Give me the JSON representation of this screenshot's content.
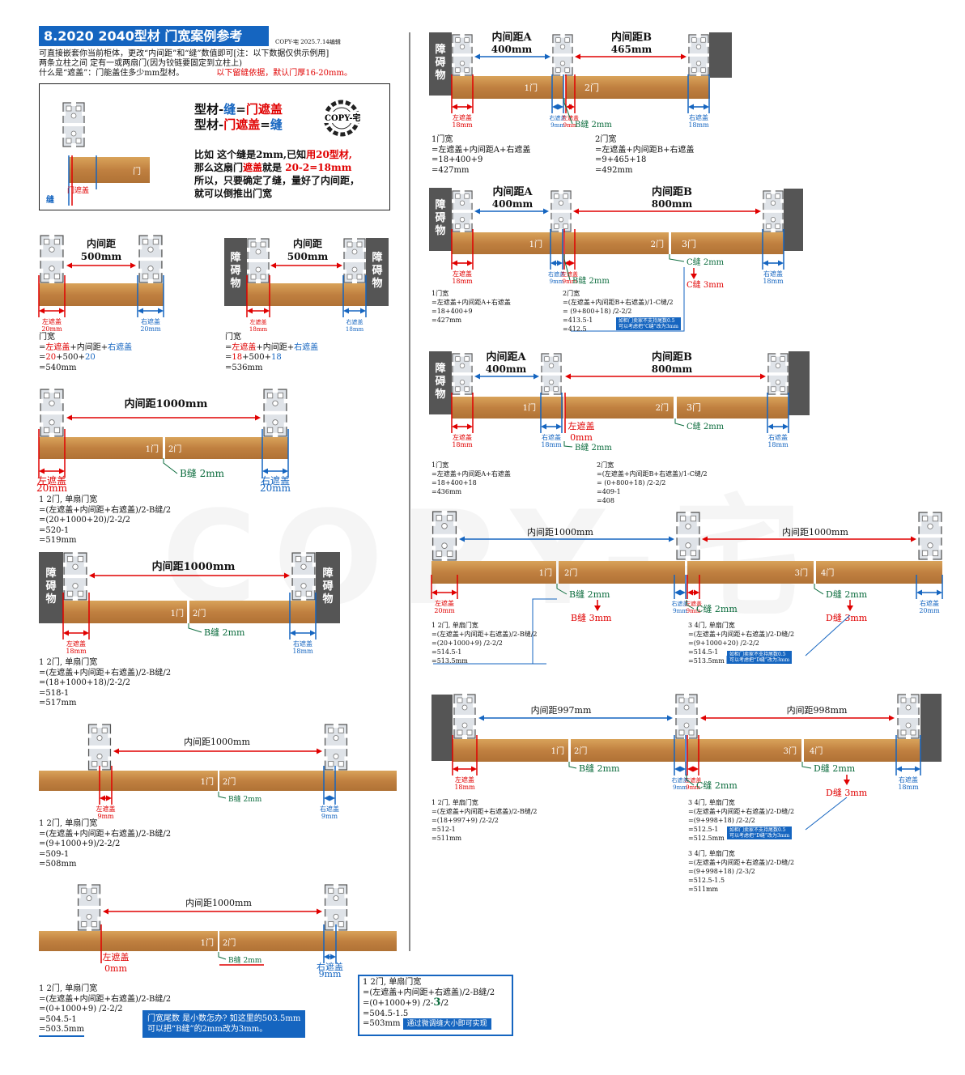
{
  "title": "8.2020 2040型材 门宽案例参考",
  "edit_note": "COPY-宅 2025.7.14编辑",
  "intro": [
    "可直接嵌套你当前柜体，更改“内间距”和“缝”数值即可[注：以下数据仅供示例用]",
    "两条立柱之间 定有一或两扇门(因为铰链要固定到立柱上)",
    "什么是“遮盖”：门能盖住多少mm型材。"
  ],
  "intro_red": "以下留缝依据，默认门厚16-20mm。",
  "concept": {
    "line1_a": "型材-",
    "line1_b": "缝",
    "line1_c": "=",
    "line1_d": "门遮盖",
    "line2_a": "型材-",
    "line2_b": "门遮盖",
    "line2_c": "=",
    "line2_d": "缝",
    "logo": "COPY-宅",
    "text1_a": "比如 这个缝是2mm,已知",
    "text1_b": "用20型材,",
    "text2_a": "那么这扇门",
    "text2_b": "遮盖",
    "text2_c": "就是 ",
    "text2_d": "20-2=18mm",
    "text3": "所以，只要确定了缝，量好了内间距，",
    "text4": "就可以倒推出门宽",
    "door": "门",
    "cover": "门遮盖",
    "gap": "缝"
  },
  "labels": {
    "obstacle": [
      "障",
      "碍",
      "物"
    ],
    "door1": "1门",
    "door2": "2门",
    "door3": "3门",
    "door4": "4门",
    "left_cover": "左遮盖",
    "right_cover": "右遮盖"
  },
  "cases": {
    "a": {
      "dist": "内间距",
      "dist2": "500mm",
      "lc": "20mm",
      "rc": "20mm",
      "f": [
        "门宽",
        "=",
        "左遮盖",
        "+内间距+",
        "右遮盖",
        "=",
        "20",
        "+500+",
        "20",
        "=540mm"
      ]
    },
    "b": {
      "dist": "内间距",
      "dist2": "500mm",
      "lc": "18mm",
      "rc": "18mm",
      "f": [
        "门宽",
        "=",
        "左遮盖",
        "+内间距+",
        "右遮盖",
        "=",
        "18",
        "+500+",
        "18",
        "=536mm"
      ]
    },
    "c": {
      "dist": "内间距1000mm",
      "lc": "20mm",
      "rc": "20mm",
      "gap": "B缝 2mm",
      "f0": "1 2门, 单扇门宽",
      "f1": "=(左遮盖+内间距+右遮盖)/2-B缝/2",
      "f2": "=(20+1000+20)/2-2/2",
      "f3": "=520-1",
      "f4": "=519mm"
    },
    "d": {
      "dist": "内间距1000mm",
      "lc": "18mm",
      "rc": "18mm",
      "gap": "B缝 2mm",
      "f0": "1 2门, 单扇门宽",
      "f1": "=(左遮盖+内间距+右遮盖)/2-B缝/2",
      "f2": "=(18+1000+18)/2-2/2",
      "f3": "=518-1",
      "f4": "=517mm"
    },
    "e": {
      "dist": "内间距1000mm",
      "lc": "9mm",
      "rc": "9mm",
      "gap": "B缝 2mm",
      "f0": "1 2门, 单扇门宽",
      "f1": "=(左遮盖+内间距+右遮盖)/2-B缝/2",
      "f2": "=(9+1000+9)/2-2/2",
      "f3": "=509-1",
      "f4": "=508mm"
    },
    "f": {
      "dist": "内间距1000mm",
      "lc": "0mm",
      "rc": "9mm",
      "gap": "B缝 2mm",
      "f0": "1 2门, 单扇门宽",
      "f1": "=(左遮盖+内间距+右遮盖)/2-B缝/2",
      "f2": "=(0+1000+9) /2-2/2",
      "f3": "=504.5-1",
      "f4": "=503.5mm",
      "note1": "门宽尾数 是小数怎办? 如这里的503.5mm",
      "note2": "可以把“B缝”的2mm改为3mm。",
      "g0": "1 2门, 单扇门宽",
      "g1": "=(左遮盖+内间距+右遮盖)/2-B缝/2",
      "g2a": "=(0+1000+9) /2-",
      "g2b": "3",
      "g2c": "/2",
      "g3": "=504.5-1.5",
      "g4": "=503mm",
      "gnote": "通过微调缝大小即可实现"
    },
    "r1": {
      "distA": "内间距A",
      "distA2": "400mm",
      "distB": "内间距B",
      "distB2": "465mm",
      "lc": "18mm",
      "mc1": "9mm",
      "mc2": "9mm",
      "rc": "18mm",
      "gap": "B缝 2mm",
      "fa": [
        "1门宽",
        "=左遮盖+内间距A+右遮盖",
        "=18+400+9",
        "=427mm"
      ],
      "fb": [
        "2门宽",
        "=左遮盖+内间距B+右遮盖",
        "=9+465+18",
        "=492mm"
      ]
    },
    "r2": {
      "distA": "内间距A",
      "distA2": "400mm",
      "distB": "内间距B",
      "distB2": "800mm",
      "lc": "18mm",
      "mc1": "9mm",
      "mc2": "9mm",
      "rc": "18mm",
      "gapB": "B缝 2mm",
      "gapC": "C缝 2mm",
      "gapC2": "C缝 3mm",
      "fa": [
        "1门宽",
        "=左遮盖+内间距A+右遮盖",
        "=18+400+9",
        "=427mm"
      ],
      "fb": [
        "2门宽",
        "=(左遮盖+内间距B+右遮盖)/1-C缝/2",
        "=  (9+800+18)  /2-2/2",
        "=413.5-1",
        "=412.5"
      ],
      "note": [
        "如柜门卖家不支持尾数0.5",
        "可以考虑把“C缝”改为3mm"
      ]
    },
    "r3": {
      "distA": "内间距A",
      "distA2": "400mm",
      "distB": "内间距B",
      "distB2": "800mm",
      "lc": "18mm",
      "mc1": "18mm",
      "mc2": "0mm",
      "rc": "18mm",
      "gapB": "B缝 2mm",
      "gapC": "C缝 2mm",
      "fa": [
        "1门宽",
        "=左遮盖+内间距A+右遮盖",
        "=18+400+18",
        "=436mm"
      ],
      "fb": [
        "2门宽",
        "=(左遮盖+内间距B+右遮盖)/1-C缝/2",
        "=  (0+800+18)  /2-2/2",
        "=409-1",
        "=408"
      ]
    },
    "r4": {
      "distA": "内间距1000mm",
      "distB": "内间距1000mm",
      "lc": "20mm",
      "mc1": "9mm",
      "mc2": "9mm",
      "rc": "20mm",
      "gapB": "B缝 2mm",
      "gapB2": "B缝 3mm",
      "gapC": "C缝 2mm",
      "gapD": "D缝 2mm",
      "gapD2": "D缝 3mm",
      "fa": [
        "1 2门, 单扇门宽",
        "=(左遮盖+内间距+右遮盖)/2-B缝/2",
        "=(20+1000+9)  /2-2/2",
        "=514.5-1",
        "=513.5mm"
      ],
      "fb": [
        "3 4门, 单扇门宽",
        "=(左遮盖+内间距+右遮盖)/2-D缝/2",
        "=(9+1000+20)  /2-2/2",
        "=514.5-1",
        "=513.5mm"
      ],
      "note": [
        "如柜门卖家不支持尾数0.5",
        "可以考虑把“D缝”改为3mm"
      ]
    },
    "r5": {
      "distA": "内间距997mm",
      "distB": "内间距998mm",
      "lc": "18mm",
      "mc1": "9mm",
      "mc2": "9mm",
      "rc": "18mm",
      "gapB": "B缝 2mm",
      "gapC": "C缝 2mm",
      "gapD": "D缝 2mm",
      "gapD2": "D缝 3mm",
      "fa": [
        "1 2门, 单扇门宽",
        "=(左遮盖+内间距+右遮盖)/2-B缝/2",
        "=(18+997+9)  /2-2/2",
        "=512-1",
        "=511mm"
      ],
      "fb": [
        "3 4门, 单扇门宽",
        "=(左遮盖+内间距+右遮盖)/2-D缝/2",
        "=(9+998+18)  /2-2/2",
        "=512.5-1",
        "=512.5mm"
      ],
      "note": [
        "如柜门卖家不支持尾数0.5",
        "可以考虑把“D缝”改为3mm"
      ],
      "fc": [
        "3 4门, 单扇门宽",
        "=(左遮盖+内间距+右遮盖)/2-D缝/2",
        "=(9+998+18)  /2-3/2",
        "=512.5-1.5",
        "=511mm"
      ]
    }
  },
  "colors": {
    "red": "#e00000",
    "blue": "#1565c0",
    "green": "#0a6b3c",
    "wood": "#c8904a",
    "obstacle": "#555555"
  }
}
